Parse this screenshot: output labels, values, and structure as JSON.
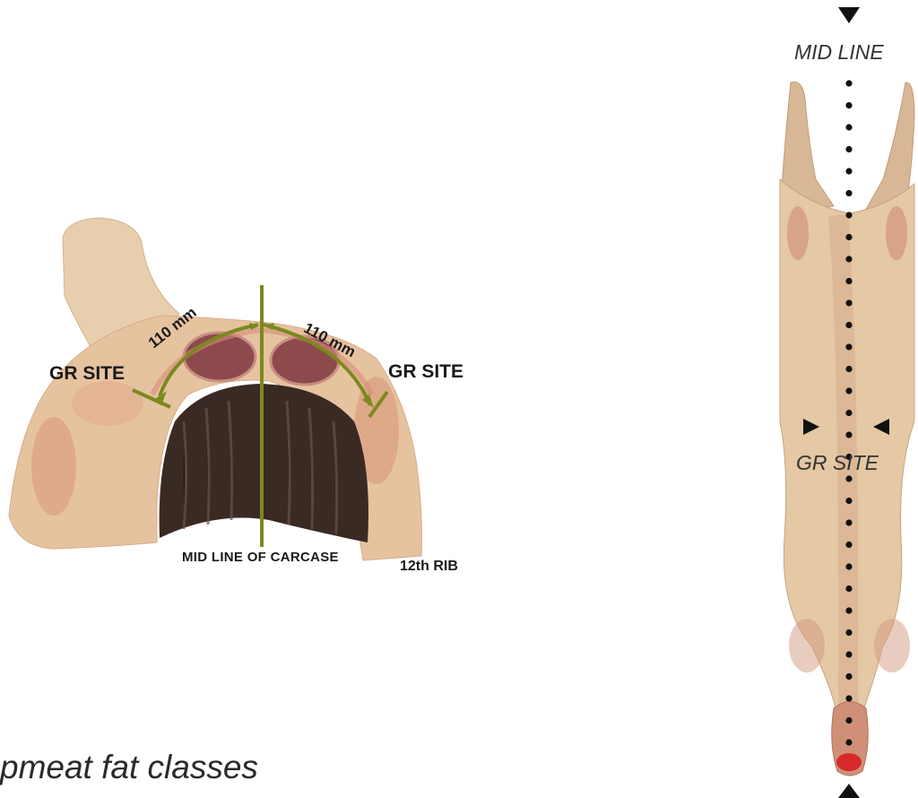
{
  "left_figure": {
    "gr_site_left": "GR SITE",
    "gr_site_right": "GR SITE",
    "distance_left": "110 mm",
    "distance_right": "110 mm",
    "mid_line_label": "MID LINE OF CARCASE",
    "rib_label": "12th RIB"
  },
  "right_figure": {
    "mid_line_label": "MID LINE",
    "gr_site_label": "GR SITE"
  },
  "caption": "pmeat fat classes",
  "colors": {
    "measure_line": "#7a8a1e",
    "meat": "#e8c9a8",
    "meat_dark": "#c9876a",
    "lean": "#8a4a4a"
  }
}
